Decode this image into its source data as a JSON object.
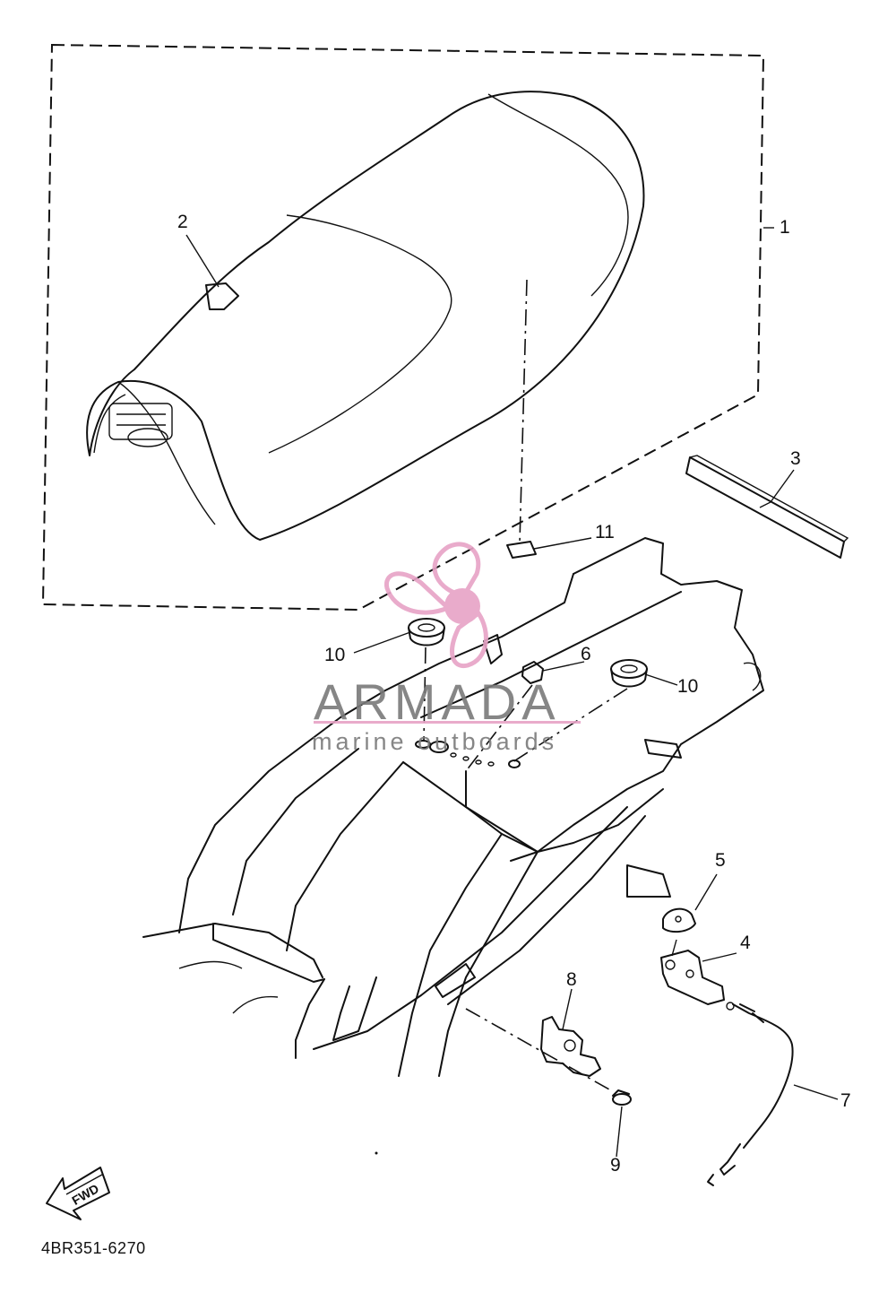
{
  "diagram": {
    "part_code": "4BR351-6270",
    "fwd_label": "FWD",
    "callouts": [
      "1",
      "2",
      "3",
      "4",
      "5",
      "6",
      "7",
      "8",
      "9",
      "10",
      "10",
      "11"
    ]
  },
  "watermark": {
    "name": "ARMADA",
    "tagline": "marine outboards",
    "color": "#e7a3c6"
  }
}
